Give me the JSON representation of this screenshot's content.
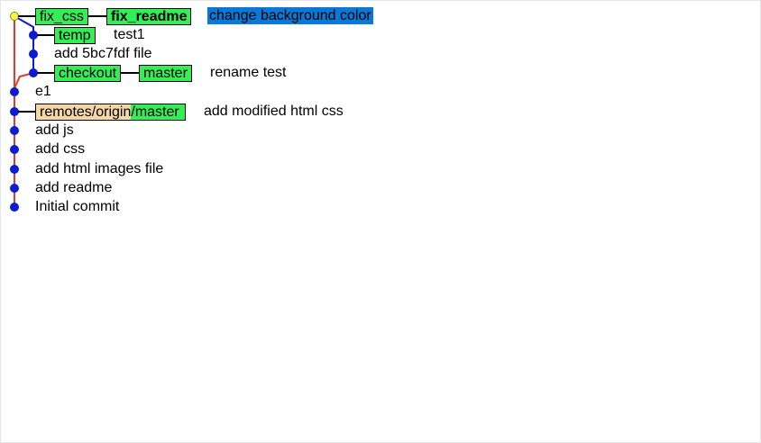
{
  "colors": {
    "lane_main": "#e8372c",
    "lane_branch": "#0d1bd1",
    "node_blue": "#0d1bd1",
    "node_head": "#f6f54a",
    "tag_local": "#33ee55",
    "tag_remote": "#f5d7a6",
    "selection": "#0a78d7"
  },
  "commits": [
    {
      "message": "change background color",
      "selected": true,
      "head": true,
      "refs": [
        {
          "label": "fix_css",
          "kind": "local",
          "bold": false
        },
        {
          "label": "fix_readme",
          "kind": "local",
          "bold": true
        }
      ]
    },
    {
      "message": "test1",
      "selected": false,
      "head": false,
      "refs": [
        {
          "label": "temp",
          "kind": "local",
          "bold": false
        }
      ]
    },
    {
      "message": "add 5bc7fdf file",
      "selected": false,
      "head": false,
      "refs": []
    },
    {
      "message": "rename test",
      "selected": false,
      "head": false,
      "refs": [
        {
          "label": "checkout",
          "kind": "local",
          "bold": false
        },
        {
          "label": "master",
          "kind": "local",
          "bold": false
        }
      ]
    },
    {
      "message": "e1",
      "selected": false,
      "head": false,
      "refs": []
    },
    {
      "message": "add modified html css",
      "selected": false,
      "head": false,
      "refs": [
        {
          "label": "remotes/origin/master",
          "kind": "remote",
          "bold": false
        }
      ]
    },
    {
      "message": "add js",
      "selected": false,
      "head": false,
      "refs": []
    },
    {
      "message": "add css",
      "selected": false,
      "head": false,
      "refs": []
    },
    {
      "message": "add html images file",
      "selected": false,
      "head": false,
      "refs": []
    },
    {
      "message": "add readme",
      "selected": false,
      "head": false,
      "refs": []
    },
    {
      "message": "Initial commit",
      "selected": false,
      "head": false,
      "refs": []
    }
  ]
}
